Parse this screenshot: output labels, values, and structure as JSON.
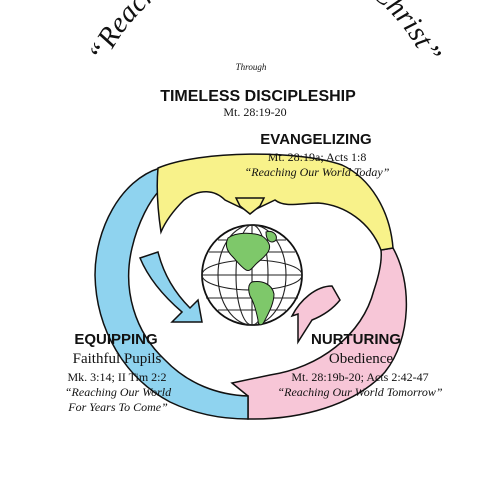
{
  "header": {
    "arc_title": "“Reaching Our World For Christ”",
    "through": "Through",
    "main": "TIMELESS DISCIPLESHIP",
    "ref": "Mt. 28:19-20"
  },
  "evangelizing": {
    "title": "EVANGELIZING",
    "ref": "Mt. 28:19a; Acts 1:8",
    "tagline": "“Reaching Our World Today”"
  },
  "equipping": {
    "title": "EQUIPPING",
    "subtitle": "Faithful Pupils",
    "ref": "Mk. 3:14; II Tim 2:2",
    "tagline1": "“Reaching Our World",
    "tagline2": "For Years To Come”"
  },
  "nurturing": {
    "title": "NURTURING",
    "subtitle": "Obedience",
    "ref": "Mt. 28:19b-20; Acts 2:42-47",
    "tagline": "“Reaching Our World Tomorrow”"
  },
  "colors": {
    "evangelizing": "#f8f28a",
    "equipping": "#8fd3ef",
    "nurturing": "#f7c6d7",
    "land": "#7ec86a",
    "ink": "#111111"
  },
  "icons": [
    "globe-icon"
  ]
}
